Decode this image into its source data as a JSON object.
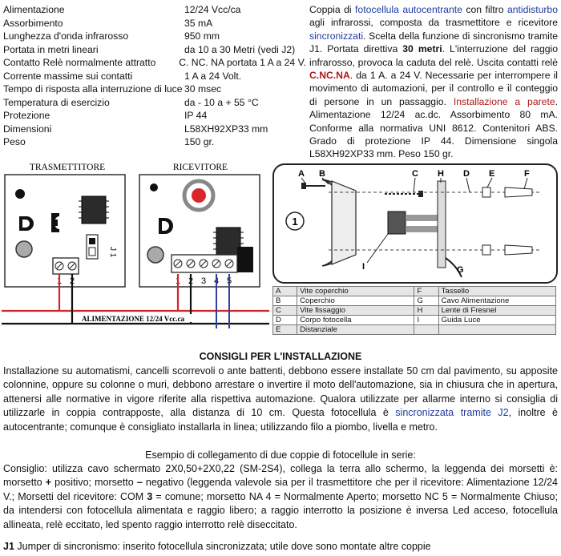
{
  "specs": [
    {
      "label": "Alimentazione",
      "value": "12/24 Vcc/ca"
    },
    {
      "label": "Assorbimento",
      "value": "35 mA"
    },
    {
      "label": "Lunghezza d'onda infrarosso",
      "value": "950 mm"
    },
    {
      "label": "Portata in metri lineari",
      "value": "da 10 a 30 Metri (vedi J2)"
    },
    {
      "label": "Contatto Relè normalmente attratto",
      "value": "C. NC. NA  portata 1 A a 24 V."
    },
    {
      "label": "Corrente massime sui contatti",
      "value": "1 A a 24 Volt."
    },
    {
      "label": "Tempo di risposta alla interruzione di luce",
      "value": "30 msec"
    },
    {
      "label": "Temperatura di esercizio",
      "value": "da - 10 a + 55 °C"
    },
    {
      "label": "Protezione",
      "value": "IP 44"
    },
    {
      "label": "Dimensioni",
      "value": "L58XH92XP33 mm"
    },
    {
      "label": "Peso",
      "value": "150 gr."
    }
  ],
  "description": {
    "p1": "Coppia di ",
    "l1": "fotocellula autocentrante",
    "p2": " con filtro ",
    "l2": "antidisturbo",
    "p3": " agli infrarossi, composta da trasmettitore e ricevitore ",
    "l3": "sincronizzati",
    "p4": ". Scelta della funzione di sincronismo tramite J1. Portata direttiva ",
    "b1": "30 metri",
    "p5": ". L'interruzione del raggio infrarosso, provoca la caduta del relè. Uscita contatti relè ",
    "r1": "C.NC.NA",
    "p6": ". da 1 A. a 24 V. Necessarie per interrompere il movimento di automazioni, per il controllo e il conteggio di persone in un passaggio. ",
    "r2": "Installazione a parete",
    "p7": ". Alimentazione 12/24 ac.dc. Assorbimento 80 mA. Conforme alla normativa UNI 8612. Contenitori ABS. Grado di protezione IP 44. Dimensione singola L58XH92XP33 mm. Peso 150 gr."
  },
  "wiring": {
    "transmitter_label": "TRASMETTITORE",
    "receiver_label": "RICEVITORE",
    "jumper_label": "J 1",
    "supply_label": "ALIMENTAZIONE 12/24 Vcc.ca",
    "tx_terminals": [
      "1",
      "2"
    ],
    "rx_terminals": [
      "1",
      "2",
      "3",
      "4",
      "5"
    ],
    "colors": {
      "positive": "#d0262a",
      "negative": "#111111",
      "contact": "#2f3f9e"
    }
  },
  "exploded": {
    "letters": [
      "A",
      "B",
      "C",
      "H",
      "D",
      "E",
      "F",
      "I",
      "G"
    ],
    "circle_number": "1"
  },
  "parts": [
    [
      "A",
      "Vite coperchio",
      "F",
      "Tassello"
    ],
    [
      "B",
      "Coperchio",
      "G",
      "Cavo Alimentazione"
    ],
    [
      "C",
      "Vite fissaggio",
      "H",
      "Lente di Fresnel"
    ],
    [
      "D",
      "Corpo fotocella",
      "I",
      "Guida Luce"
    ],
    [
      "E",
      "Distanziale",
      "",
      ""
    ]
  ],
  "installation": {
    "title": "CONSIGLI PER L'INSTALLAZIONE",
    "t1": "Installazione su automatismi, cancelli scorrevoli o ante battenti, debbono essere installate 50 cm dal pavimento, su apposite colonnine, oppure su colonne o muri, debbono arrestare o invertire il moto dell'automazione, sia in chiusura che in apertura, attenersi alle normative in vigore riferite alla rispettiva automazione. Qualora utilizzate per allarme interno si consiglia di utilizzarle in coppia contrapposte, alla distanza di 10 cm. Questa fotocellula è ",
    "t1_link": "sincronizzata tramite J2",
    "t2": ", inoltre è autocentrante; comunque è consigliato installarla in linea; utilizzando filo a piombo, livella e metro."
  },
  "example": {
    "title": "Esempio di collegamento di due coppie di fotocellule in serie:",
    "a1": "Consiglio: utilizza cavo schermato 2X0,50+2X0,22 (SM-2S4), collega la terra allo schermo, la leggenda dei morsetti è: morsetto ",
    "a1b": "+",
    "a2": " positivo; morsetto ",
    "a2b": "–",
    "a3": " negativo (leggenda valevole sia per il trasmettitore che per il ricevitore: Alimentazione 12/24 V.;  Morsetti del ricevitore: COM ",
    "a3b": "3",
    "a4": " = comune; morsetto NA 4 = Normalmente Aperto; morsetto NC 5 = Normalmente Chiuso; da intendersi con fotocellula alimentata e raggio libero; a raggio interrotto la posizione è inversa Led acceso, fotocellula allineata, relè eccitato, led spento raggio interrotto relè diseccitato."
  },
  "jumper": {
    "label": "J1",
    "text": "  Jumper di sincronismo: inserito fotocellula sincronizzata; utile dove sono montate altre coppie"
  }
}
